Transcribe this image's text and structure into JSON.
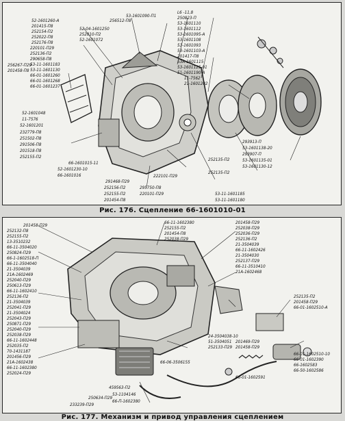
{
  "figure_176": {
    "caption": "Рис. 176. Сцепление 66-1601010-01",
    "labels": [
      "52-1601260-А",
      "201415-П8",
      "252154-П2",
      "252022-П8",
      "252176-П8",
      "52-04-1601250",
      "252010-П2",
      "52-1601072",
      "256512-П8",
      "53-1601090-П1",
      "L6 -11,8",
      "250823-П",
      "53-1601110",
      "53-1601112",
      "53-1601095-А",
      "53-1601108",
      "53-1601093",
      "53-1601103-А",
      "201417-П8",
      "53А-1601115",
      "53-1601125-01",
      "51-1601190-А",
      "11-7562",
      "21-1601202",
      "220101-П29",
      "252136-П2",
      "290658-П8",
      "53-11-1601183",
      "53-11-1601130",
      "66-01-1601260",
      "66-01-1601268",
      "66-01-1601237",
      "256267-П29",
      "201458-П8",
      "52-1601048",
      "11-7576",
      "52-1601201",
      "232779-П8",
      "251502-П8",
      "291506-П8",
      "201518-П8",
      "252155-П2",
      "66-1601015-11",
      "52-1601230-10",
      "66-1601016",
      "252135-П2",
      "293913-П",
      "53-1601138-20",
      "293907-П",
      "53-1601135-01",
      "53-1601130-12",
      "252135-П2",
      "291468-П29",
      "222101-П29",
      "252156-П2",
      "295750-П8",
      "252155-П2",
      "220101-П29",
      "201454-П8",
      "53-11-1601185",
      "53-11-1601180"
    ]
  },
  "figure_177": {
    "caption": "Рис. 177. Механизм и привод управления сцеплением",
    "labels": [
      "201458-П29",
      "66-11-1602380",
      "201458-П29",
      "252155-П2",
      "201454-П8",
      "252038-П29",
      "252132-П8",
      "252155-П2",
      "252038-П29",
      "13-3510232",
      "252036-П29",
      "66-11-3504020",
      "252136-П2",
      "250824-П29",
      "66-1-1602518-П",
      "21-3504039",
      "66-11-3504040",
      "66-11-1602426",
      "21-3504030",
      "21-3504039",
      "252137-П29",
      "21А-1602469",
      "252040-П29",
      "66-11-3510410",
      "250613-П29",
      "21А-1602468",
      "66-11-1602410",
      "252136-П2",
      "252135-П2",
      "201458-П29",
      "66-01-1602510-А",
      "21-3504039",
      "252041-П29",
      "21-3504024",
      "252043-П29",
      "250871-П29",
      "252040-П29",
      "252038-П29",
      "66-11-1602448",
      "252035-П2",
      "70-1431187",
      "201456-П29",
      "21А-1602438",
      "66-11-1602380",
      "250634-П29",
      "233239-П29",
      "252024-П29",
      "24-3504038-10",
      "66-06-3506155",
      "201469-П29",
      "51-3504051",
      "252133-П29",
      "201458-П29",
      "66-01-1602510-10",
      "66-01-1602390",
      "66-1602583",
      "66-50-1602586",
      "66-01-1602591",
      "53-1104146",
      "459563-П2",
      "66-П-1602380"
    ]
  }
}
